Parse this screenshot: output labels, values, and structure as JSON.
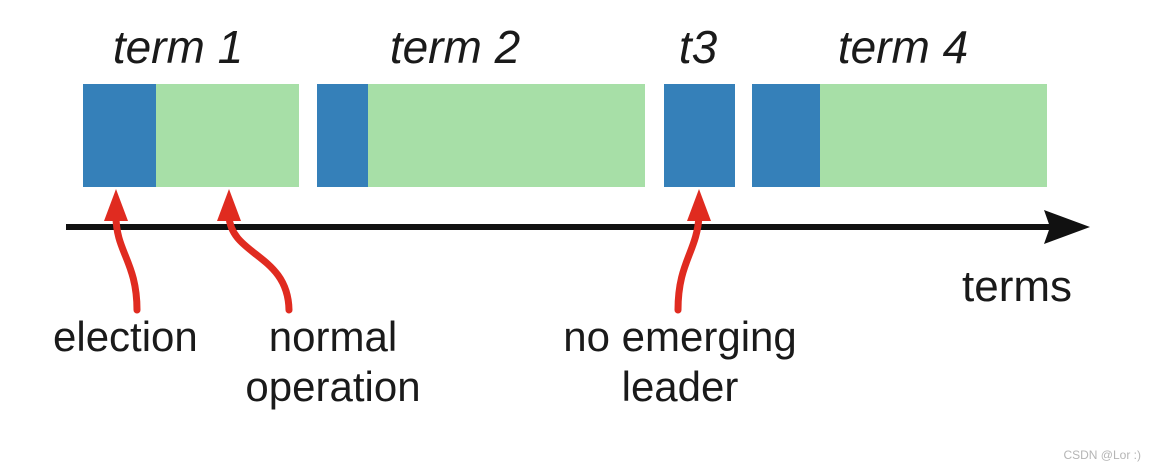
{
  "diagram": {
    "type": "raft-terms-timeline",
    "terms": [
      {
        "label": "term 1",
        "segments": [
          "election",
          "normal operation"
        ]
      },
      {
        "label": "term 2",
        "segments": [
          "election",
          "normal operation"
        ]
      },
      {
        "label": "t3",
        "segments": [
          "election"
        ]
      },
      {
        "label": "term 4",
        "segments": [
          "election",
          "normal operation"
        ]
      }
    ],
    "annotations": {
      "election": {
        "line1": "election"
      },
      "normal_operation": {
        "line1": "normal",
        "line2": "operation"
      },
      "no_emerging_leader": {
        "line1": "no emerging",
        "line2": "leader"
      }
    },
    "axis": {
      "label": "terms",
      "direction": "right"
    },
    "colors": {
      "election_blue": "#3580B9",
      "normal_operation_green": "#A7DFA7",
      "annotation_arrow_red": "#E02B20",
      "axis_black": "#111111",
      "text_black": "#1a1a1a",
      "watermark_gray": "#b5b5b5"
    },
    "watermark": "CSDN @Lor :)"
  }
}
